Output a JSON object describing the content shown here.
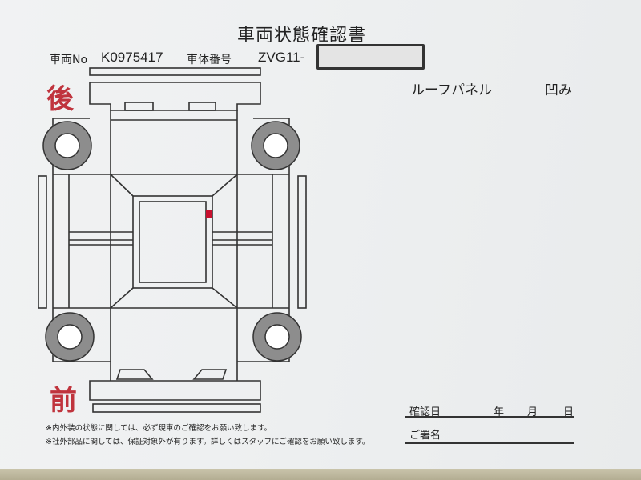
{
  "title": "車両状態確認書",
  "vehicle_no_label": "車両No",
  "vehicle_no": "K0975417",
  "chassis_label": "車体番号",
  "chassis_prefix": "ZVG11-",
  "damage_note": {
    "part": "ルーフパネル",
    "condition": "凹み"
  },
  "rear_label": "後",
  "front_label": "前",
  "footnotes": [
    "※内外装の状態に関しては、必ず現車のご確認をお願い致します。",
    "※社外部品に関しては、保証対象外が有ります。詳しくはスタッフにご確認をお願い致します。"
  ],
  "confirm": {
    "date_label": "確認日",
    "year": "年",
    "month": "月",
    "day": "日",
    "signature_label": "ご署名"
  },
  "colors": {
    "accent_red": "#c0343d",
    "damage_mark": "#c8102e"
  }
}
